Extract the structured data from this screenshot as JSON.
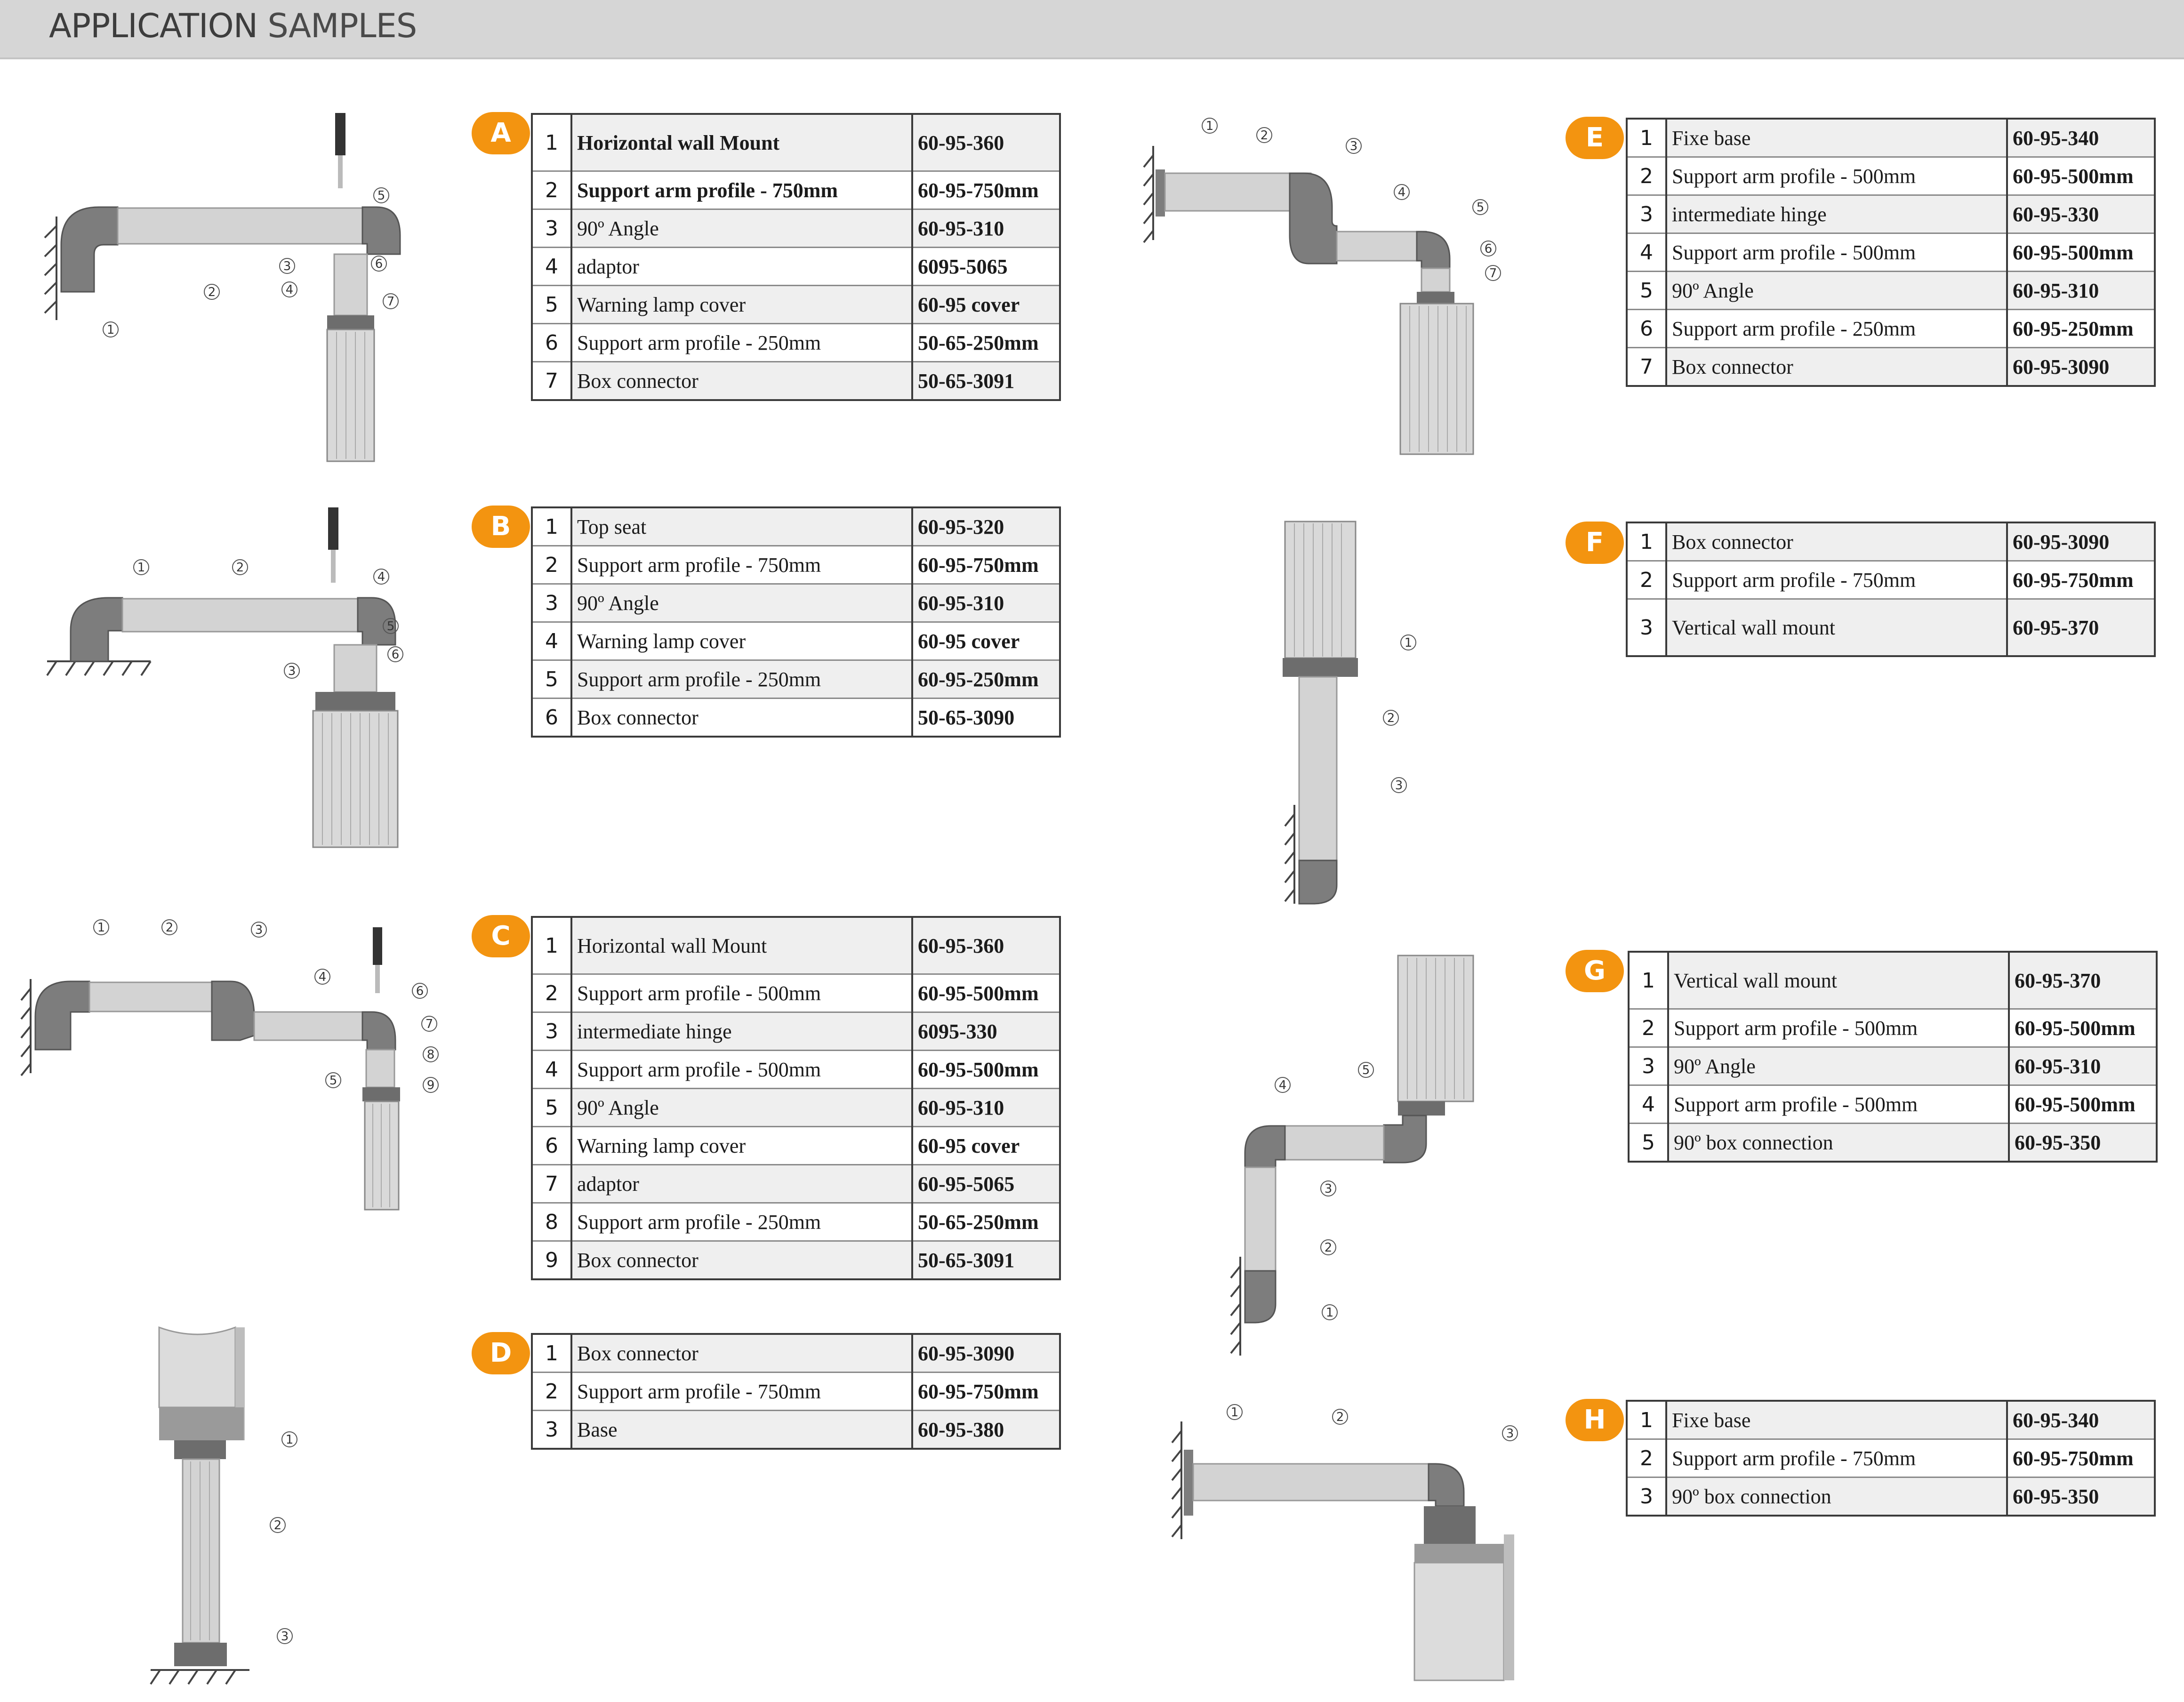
{
  "header": {
    "title_strong": "APPLICATION",
    "title_light": "SAMPLES"
  },
  "colors": {
    "accent": "#f39410",
    "header_bg": "#d6d6d6",
    "part_dark": "#7d7d7d",
    "part_light": "#cfcfcf"
  },
  "samples": {
    "A": {
      "badge": "A",
      "rows": [
        {
          "num": "1",
          "name": "Horizontal wall Mount",
          "code": "60-95-360"
        },
        {
          "num": "2",
          "name": "Support arm profile - 750mm",
          "code": "60-95-750mm"
        },
        {
          "num": "3",
          "name": "90º Angle",
          "code": "60-95-310"
        },
        {
          "num": "4",
          "name": "adaptor",
          "code": "6095-5065"
        },
        {
          "num": "5",
          "name": "Warning lamp cover",
          "code": "60-95 cover"
        },
        {
          "num": "6",
          "name": "Support arm profile - 250mm",
          "code": "50-65-250mm"
        },
        {
          "num": "7",
          "name": "Box connector",
          "code": "50-65-3091"
        }
      ]
    },
    "B": {
      "badge": "B",
      "rows": [
        {
          "num": "1",
          "name": "Top seat",
          "code": "60-95-320"
        },
        {
          "num": "2",
          "name": "Support arm profile - 750mm",
          "code": "60-95-750mm"
        },
        {
          "num": "3",
          "name": "90º Angle",
          "code": "60-95-310"
        },
        {
          "num": "4",
          "name": "Warning lamp cover",
          "code": "60-95 cover"
        },
        {
          "num": "5",
          "name": "Support arm profile - 250mm",
          "code": "60-95-250mm"
        },
        {
          "num": "6",
          "name": "Box connector",
          "code": "50-65-3090"
        }
      ]
    },
    "C": {
      "badge": "C",
      "rows": [
        {
          "num": "1",
          "name": "Horizontal wall Mount",
          "code": "60-95-360"
        },
        {
          "num": "2",
          "name": "Support arm profile - 500mm",
          "code": "60-95-500mm"
        },
        {
          "num": "3",
          "name": "intermediate hinge",
          "code": "6095-330"
        },
        {
          "num": "4",
          "name": "Support arm profile - 500mm",
          "code": "60-95-500mm"
        },
        {
          "num": "5",
          "name": "90º Angle",
          "code": "60-95-310"
        },
        {
          "num": "6",
          "name": "Warning lamp cover",
          "code": "60-95 cover"
        },
        {
          "num": "7",
          "name": "adaptor",
          "code": "60-95-5065"
        },
        {
          "num": "8",
          "name": "Support arm profile - 250mm",
          "code": "50-65-250mm"
        },
        {
          "num": "9",
          "name": "Box connector",
          "code": "50-65-3091"
        }
      ]
    },
    "D": {
      "badge": "D",
      "rows": [
        {
          "num": "1",
          "name": "Box connector",
          "code": "60-95-3090"
        },
        {
          "num": "2",
          "name": "Support arm profile - 750mm",
          "code": "60-95-750mm"
        },
        {
          "num": "3",
          "name": "Base",
          "code": "60-95-380"
        }
      ]
    },
    "E": {
      "badge": "E",
      "rows": [
        {
          "num": "1",
          "name": "Fixe base",
          "code": "60-95-340"
        },
        {
          "num": "2",
          "name": "Support arm profile - 500mm",
          "code": "60-95-500mm"
        },
        {
          "num": "3",
          "name": "intermediate hinge",
          "code": "60-95-330"
        },
        {
          "num": "4",
          "name": "Support arm profile - 500mm",
          "code": "60-95-500mm"
        },
        {
          "num": "5",
          "name": "90º Angle",
          "code": "60-95-310"
        },
        {
          "num": "6",
          "name": "Support arm profile - 250mm",
          "code": "60-95-250mm"
        },
        {
          "num": "7",
          "name": "Box connector",
          "code": "60-95-3090"
        }
      ]
    },
    "F": {
      "badge": "F",
      "rows": [
        {
          "num": "1",
          "name": "Box connector",
          "code": "60-95-3090"
        },
        {
          "num": "2",
          "name": "Support arm profile - 750mm",
          "code": "60-95-750mm"
        },
        {
          "num": "3",
          "name": "Vertical wall mount",
          "code": "60-95-370"
        }
      ]
    },
    "G": {
      "badge": "G",
      "rows": [
        {
          "num": "1",
          "name": "Vertical wall mount",
          "code": "60-95-370"
        },
        {
          "num": "2",
          "name": "Support arm profile - 500mm",
          "code": "60-95-500mm"
        },
        {
          "num": "3",
          "name": "90º Angle",
          "code": "60-95-310"
        },
        {
          "num": "4",
          "name": "Support arm profile - 500mm",
          "code": "60-95-500mm"
        },
        {
          "num": "5",
          "name": "90º box connection",
          "code": "60-95-350"
        }
      ]
    },
    "H": {
      "badge": "H",
      "rows": [
        {
          "num": "1",
          "name": "Fixe base",
          "code": "60-95-340"
        },
        {
          "num": "2",
          "name": "Support arm profile - 750mm",
          "code": "60-95-750mm"
        },
        {
          "num": "3",
          "name": "90º box connection",
          "code": "60-95-350"
        }
      ]
    }
  }
}
